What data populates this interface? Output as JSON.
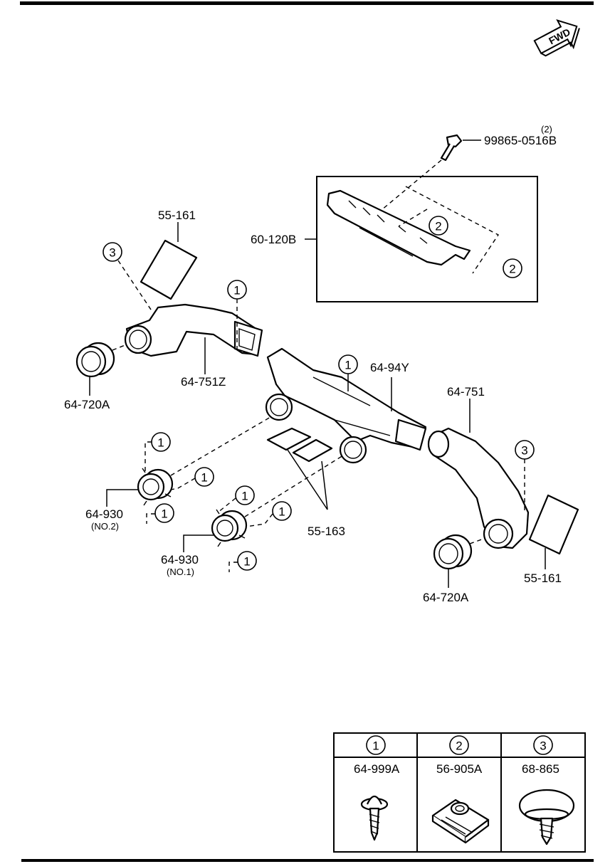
{
  "fwd_label": "FWD",
  "parts": {
    "bolt": "99865-0516B",
    "bolt_qty": "(2)",
    "bracket": "60-120B",
    "tape_left": "55-161",
    "tape_right": "55-161",
    "duct_left": "64-751Z",
    "duct_center": "64-94Y",
    "duct_right": "64-751",
    "nozzle_left": "64-720A",
    "nozzle_right": "64-720A",
    "vent_no2": "64-930",
    "vent_no2_sub": "(NO.2)",
    "vent_no1": "64-930",
    "vent_no1_sub": "(NO.1)",
    "tape_center": "55-163"
  },
  "callouts": {
    "c1": "1",
    "c2": "2",
    "c3": "3"
  },
  "legend": {
    "headers": [
      "1",
      "2",
      "3"
    ],
    "part_numbers": [
      "64-999A",
      "56-905A",
      "68-865"
    ],
    "icons": [
      "screw-icon",
      "clip-nut-icon",
      "push-clip-icon"
    ]
  }
}
